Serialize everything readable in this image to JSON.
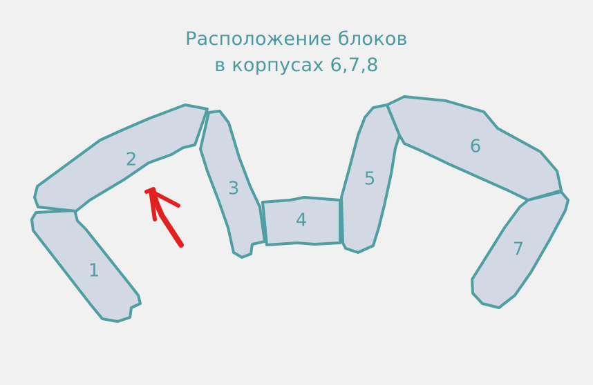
{
  "title": {
    "line1": "Расположение блоков",
    "line2": "в корпусах 6,7,8"
  },
  "blocks": [
    {
      "id": "1",
      "label": "1"
    },
    {
      "id": "2",
      "label": "2"
    },
    {
      "id": "3",
      "label": "3"
    },
    {
      "id": "4",
      "label": "4"
    },
    {
      "id": "5",
      "label": "5"
    },
    {
      "id": "6",
      "label": "6"
    },
    {
      "id": "7",
      "label": "7"
    }
  ],
  "colors": {
    "background": "#f1f1f1",
    "block_fill": "#d3d8e5",
    "block_stroke": "#4f9ea2",
    "text": "#4b9aa0",
    "arrow": "#e32020"
  }
}
